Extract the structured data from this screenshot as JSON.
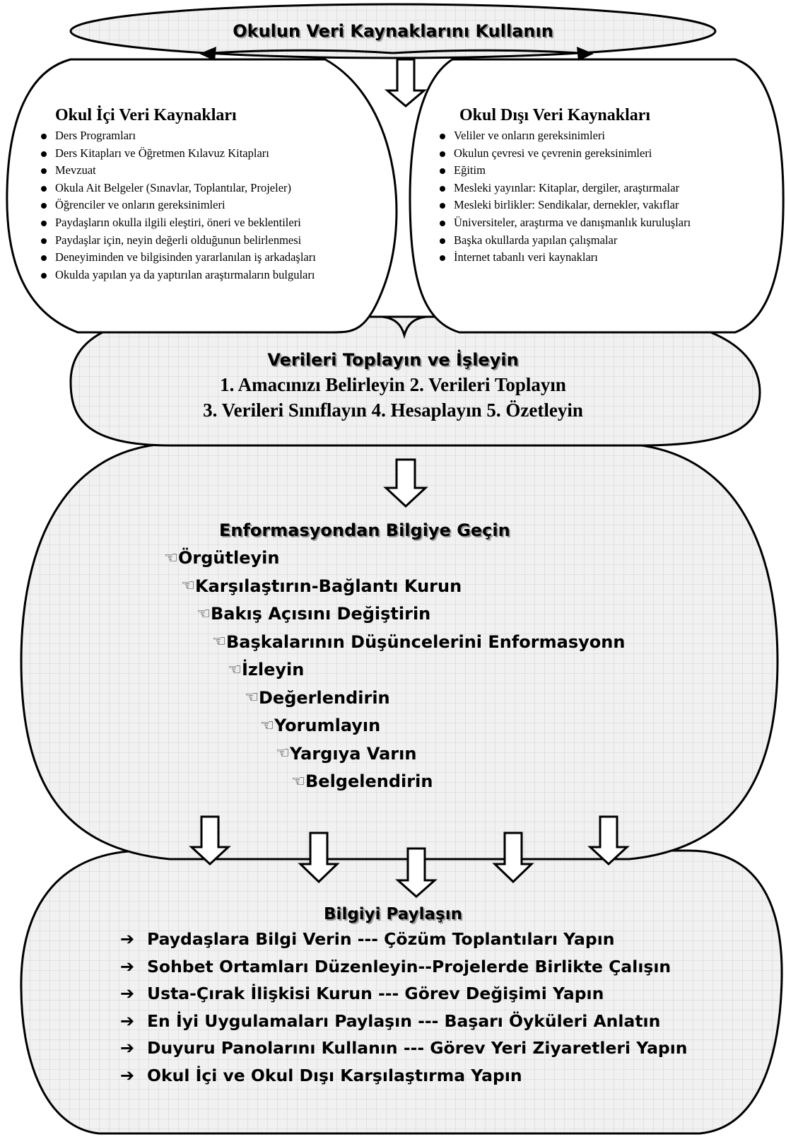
{
  "diagram": {
    "top_title": "Okulun Veri Kaynaklarını Kullanın",
    "internal": {
      "heading": "Okul İçi Veri Kaynakları",
      "items": [
        "Ders Programları",
        "Ders Kitapları ve Öğretmen Kılavuz Kitapları",
        "Mevzuat",
        "Okula Ait Belgeler (Sınavlar, Toplantılar, Projeler)",
        "Öğrenciler ve onların gereksinimleri",
        "Paydaşların okulla ilgili eleştiri, öneri ve beklentileri",
        "Paydaşlar için, neyin değerli olduğunun belirlenmesi",
        "Deneyiminden ve bilgisinden yararlanılan iş arkadaşları",
        "Okulda yapılan ya da yaptırılan araştırmaların bulguları"
      ]
    },
    "external": {
      "heading": "Okul Dışı Veri Kaynakları",
      "items": [
        "Veliler ve onların gereksinimleri",
        "Okulun çevresi ve çevrenin gereksinimleri",
        "Eğitim",
        "Mesleki yayınlar: Kitaplar, dergiler, araştırmalar",
        "Mesleki birlikler: Sendikalar, dernekler, vakıflar",
        "Üniversiteler, araştırma ve danışmanlık kuruluşları",
        "Başka okullarda yapılan çalışmalar",
        "İnternet tabanlı veri kaynakları"
      ]
    },
    "collect": {
      "title": "Verileri Toplayın ve İşleyin",
      "line1": "1. Amacınızı Belirleyin  2. Verileri Toplayın",
      "line2": "3. Verileri Sınıflayın  4. Hesaplayın  5. Özetleyin"
    },
    "knowledge": {
      "title": "Enformasyondan Bilgiye Geçin",
      "steps": [
        "Örgütleyin",
        "Karşılaştırın-Bağlantı Kurun",
        "Bakış Açısını Değiştirin",
        "Başkalarının Düşüncelerini Enformasyonn",
        "İzleyin",
        "Değerlendirin",
        "Yorumlayın",
        "Yargıya Varın",
        "Belgelendirin"
      ]
    },
    "share": {
      "title": "Bilgiyi Paylaşın",
      "items": [
        "Paydaşlara Bilgi Verin ---  Çözüm Toplantıları Yapın",
        "Sohbet Ortamları Düzenleyin--Projelerde Birlikte Çalışın",
        "Usta-Çırak İlişkisi Kurun --- Görev Değişimi Yapın",
        "En İyi Uygulamaları Paylaşın --- Başarı Öyküleri Anlatın",
        "Duyuru Panolarını Kullanın --- Görev Yeri Ziyaretleri Yapın",
        "Okul İçi ve Okul Dışı Karşılaştırma Yapın"
      ]
    }
  }
}
